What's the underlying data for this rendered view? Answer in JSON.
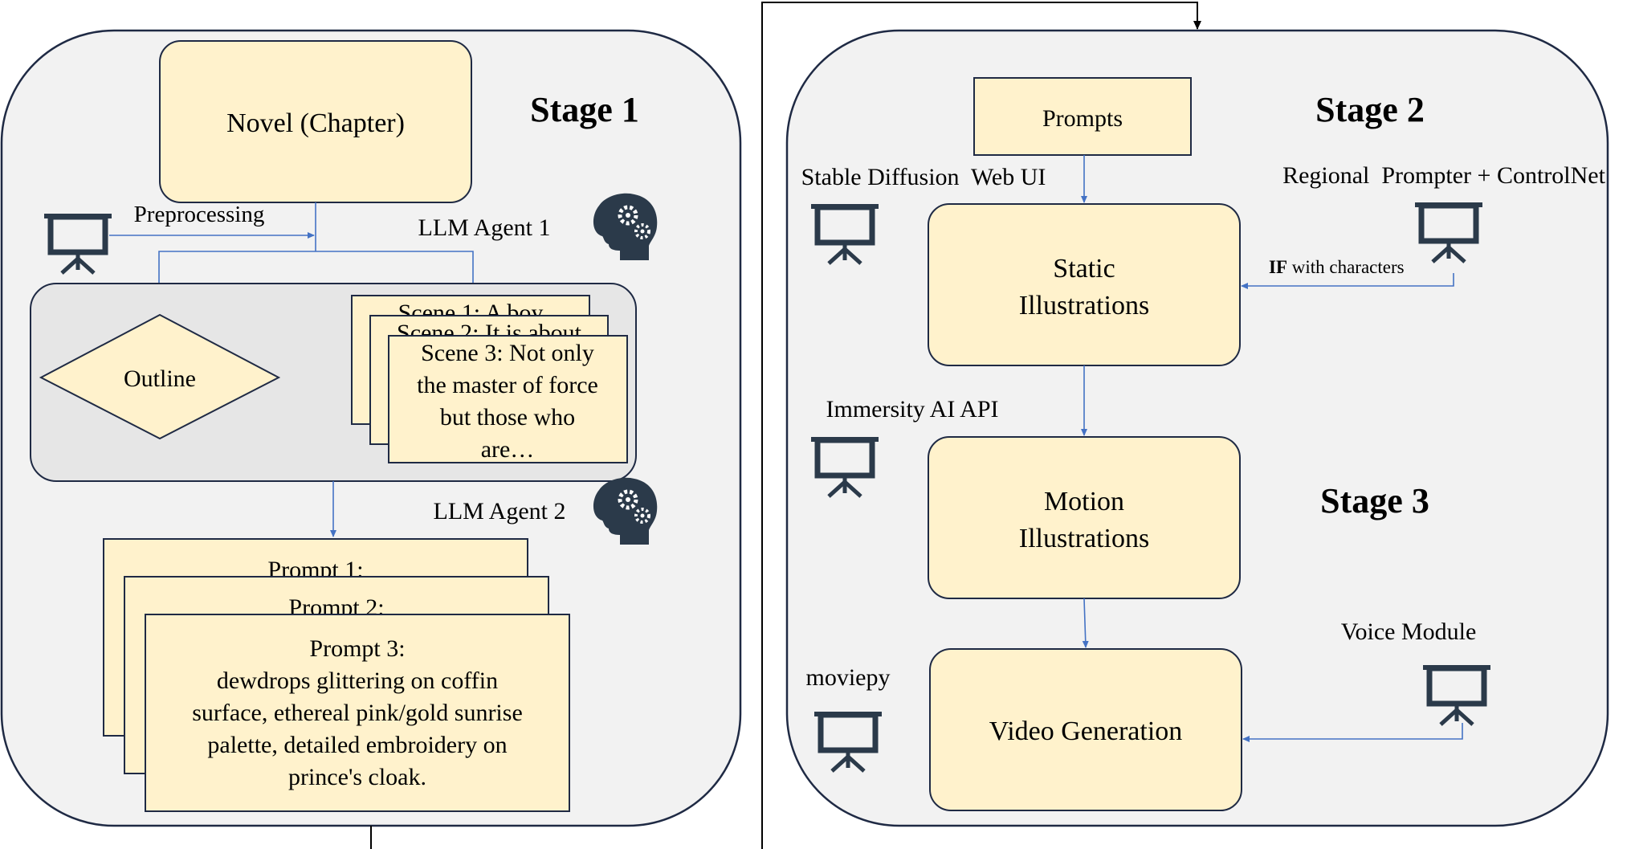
{
  "stage1": {
    "title": "Stage 1",
    "novel": "Novel (Chapter)",
    "preprocessing": "Preprocessing",
    "llm_agent_1": "LLM Agent 1",
    "outline": "Outline",
    "scene1": "Scene 1: A boy",
    "scene2": "Scene 2: It is about",
    "scene3_lines": [
      "Scene 3: Not only",
      "the master of force",
      "but those who",
      "are…"
    ],
    "llm_agent_2": "LLM Agent 2",
    "prompt1": "Prompt 1:",
    "prompt2": "Prompt 2:",
    "prompt3_lines": [
      "Prompt 3:",
      "dewdrops glittering on coffin",
      "surface, ethereal pink/gold sunrise",
      "palette, detailed embroidery on",
      "prince's cloak."
    ]
  },
  "stage2": {
    "title": "Stage 2",
    "prompts": "Prompts",
    "sd_webui": "Stable Diffusion  Web UI",
    "regional": "Regional  Prompter + ControlNet",
    "static_lines": [
      "Static",
      "Illustrations"
    ],
    "if_bold": "IF",
    "if_rest": " with characters"
  },
  "stage3": {
    "title": "Stage 3",
    "immersity": "Immersity AI API",
    "motion_lines": [
      "Motion",
      "Illustrations"
    ],
    "moviepy": "moviepy",
    "voice": "Voice Module",
    "video": "Video Generation"
  },
  "colors": {
    "panel_fill": "#f2f2f2",
    "panel_stroke": "#1f2a44",
    "box_fill": "#fff2cc",
    "inner_panel": "#e6e6e6",
    "arrow_blue": "#4472c4",
    "icon_dark": "#2b3a4a"
  },
  "icons": [
    "presentation-board-icon",
    "brain-gears-icon"
  ]
}
